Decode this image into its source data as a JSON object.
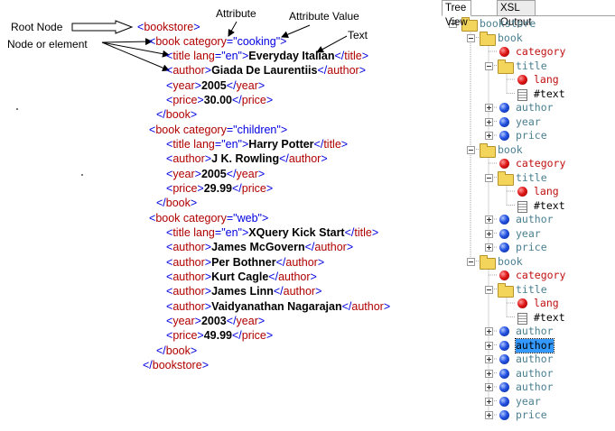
{
  "annotations": {
    "root_node": "Root Node",
    "node_or_element": "Node or element",
    "attribute": "Attribute",
    "attribute_value": "Attribute Value",
    "text": "Text"
  },
  "xml": {
    "bookstore_open": "bookstore",
    "bookstore_close": "bookstore",
    "book_tag": "book",
    "category_attr": "category",
    "lang_attr": "lang",
    "books": [
      {
        "category": "\"cooking\"",
        "title": "Everyday Italian",
        "lang": "\"en\"",
        "authors": [
          "Giada De Laurentiis"
        ],
        "year": "2005",
        "price": "30.00"
      },
      {
        "category": "\"children\"",
        "title": "Harry Potter",
        "lang": "\"en\"",
        "authors": [
          "J K. Rowling"
        ],
        "year": "2005",
        "price": "29.99"
      },
      {
        "category": "\"web\"",
        "title": "XQuery Kick Start",
        "lang": "\"en\"",
        "authors": [
          "James McGovern",
          "Per Bothner",
          "Kurt Cagle",
          "James Linn",
          "Vaidyanathan Nagarajan"
        ],
        "year": "2003",
        "price": "49.99"
      }
    ],
    "tags": {
      "title": "title",
      "author": "author",
      "year": "year",
      "price": "price"
    }
  },
  "tree_panel": {
    "tabs": [
      "Tree View",
      "XSL Output"
    ],
    "active_tab": "Tree View",
    "nodes": [
      {
        "label": "bookstore",
        "type": "folder",
        "expander": "minus"
      },
      {
        "label": "book",
        "type": "folder",
        "expander": "minus"
      },
      {
        "label": "category",
        "type": "attr",
        "expander": "none"
      },
      {
        "label": "title",
        "type": "folder",
        "expander": "minus"
      },
      {
        "label": "lang",
        "type": "attr",
        "expander": "none"
      },
      {
        "label": "#text",
        "type": "text",
        "expander": "none"
      },
      {
        "label": "author",
        "type": "elem",
        "expander": "plus"
      },
      {
        "label": "year",
        "type": "elem",
        "expander": "plus"
      },
      {
        "label": "price",
        "type": "elem",
        "expander": "plus"
      },
      {
        "label": "book",
        "type": "folder",
        "expander": "minus"
      },
      {
        "label": "category",
        "type": "attr",
        "expander": "none"
      },
      {
        "label": "title",
        "type": "folder",
        "expander": "minus"
      },
      {
        "label": "lang",
        "type": "attr",
        "expander": "none"
      },
      {
        "label": "#text",
        "type": "text",
        "expander": "none"
      },
      {
        "label": "author",
        "type": "elem",
        "expander": "plus"
      },
      {
        "label": "year",
        "type": "elem",
        "expander": "plus"
      },
      {
        "label": "price",
        "type": "elem",
        "expander": "plus"
      },
      {
        "label": "book",
        "type": "folder",
        "expander": "minus"
      },
      {
        "label": "category",
        "type": "attr",
        "expander": "none"
      },
      {
        "label": "title",
        "type": "folder",
        "expander": "minus"
      },
      {
        "label": "lang",
        "type": "attr",
        "expander": "none"
      },
      {
        "label": "#text",
        "type": "text",
        "expander": "none"
      },
      {
        "label": "author",
        "type": "elem",
        "expander": "plus"
      },
      {
        "label": "author",
        "type": "elem",
        "expander": "plus",
        "selected": true
      },
      {
        "label": "author",
        "type": "elem",
        "expander": "plus"
      },
      {
        "label": "author",
        "type": "elem",
        "expander": "plus"
      },
      {
        "label": "author",
        "type": "elem",
        "expander": "plus"
      },
      {
        "label": "year",
        "type": "elem",
        "expander": "plus"
      },
      {
        "label": "price",
        "type": "elem",
        "expander": "plus"
      }
    ]
  }
}
